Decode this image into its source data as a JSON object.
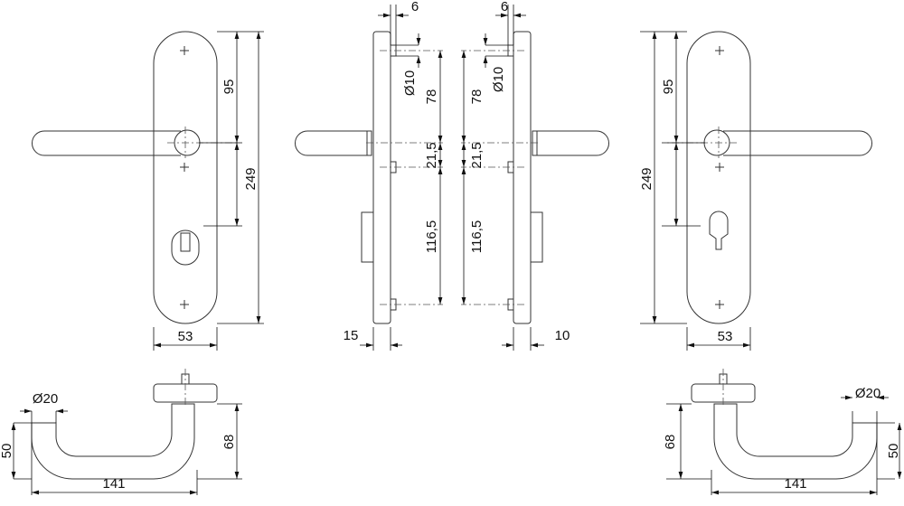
{
  "drawing": {
    "front_left": {
      "height_upper": "95",
      "total_height": "249",
      "plate_width": "53"
    },
    "side_left": {
      "pin_offset": "6",
      "pin_diameter": "Ø10",
      "pin_to_handle": "78",
      "handle_to_pin": "21,5",
      "pin_to_pin": "116,5",
      "plate_depth": "15"
    },
    "side_right": {
      "pin_offset": "6",
      "pin_diameter": "Ø10",
      "pin_to_handle": "78",
      "handle_to_pin": "21,5",
      "pin_to_pin": "116,5",
      "plate_depth": "10"
    },
    "front_right": {
      "height_upper": "95",
      "total_height": "249",
      "plate_width": "53"
    },
    "handle_left": {
      "diameter": "Ø20",
      "drop": "50",
      "height": "68",
      "length": "141"
    },
    "handle_right": {
      "diameter": "Ø20",
      "drop": "50",
      "height": "68",
      "length": "141"
    }
  }
}
